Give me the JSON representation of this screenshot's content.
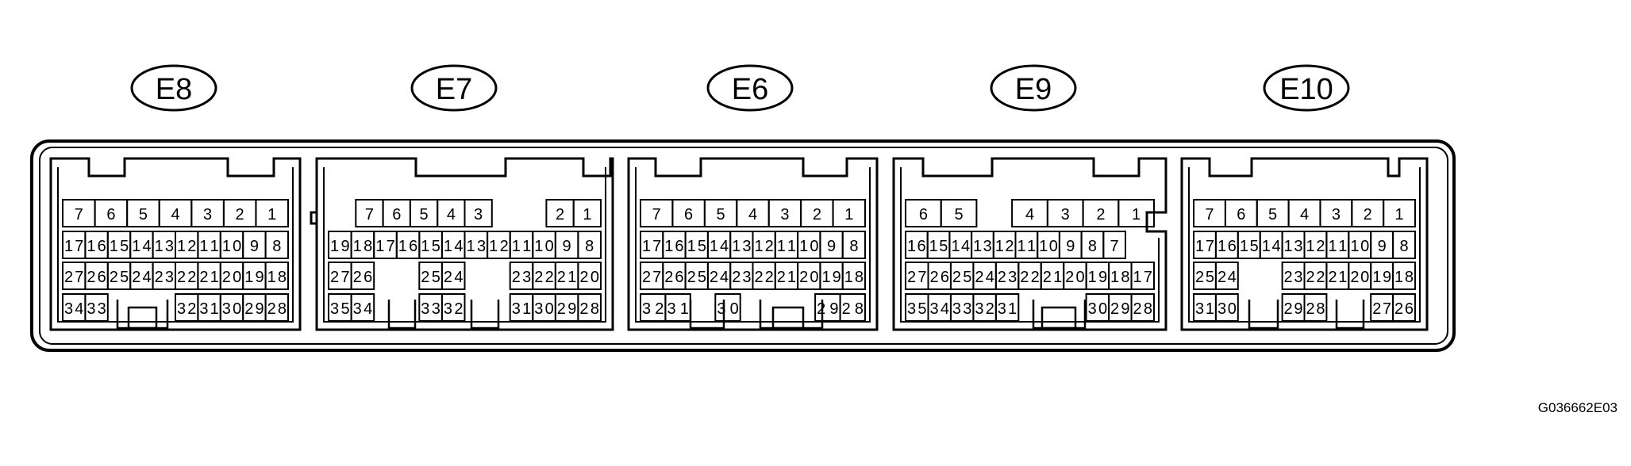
{
  "figure_id": "G036662E03",
  "connectors": [
    {
      "label": "E8",
      "rows": [
        [
          "7",
          "6",
          "5",
          "4",
          "3",
          "2",
          "1"
        ],
        [
          "17",
          "16",
          "15",
          "14",
          "13",
          "12",
          "11",
          "10",
          "9",
          "8"
        ],
        [
          "27",
          "26",
          "25",
          "24",
          "23",
          "22",
          "21",
          "20",
          "19",
          "18"
        ],
        [
          "34",
          "33",
          "",
          "",
          "",
          "32",
          "31",
          "30",
          "29",
          "28"
        ]
      ]
    },
    {
      "label": "E7",
      "rows": [
        [
          "",
          "7",
          "6",
          "5",
          "4",
          "3",
          "",
          "",
          "2",
          "1"
        ],
        [
          "19",
          "18",
          "17",
          "16",
          "15",
          "14",
          "13",
          "12",
          "11",
          "10",
          "9",
          "8"
        ],
        [
          "27",
          "26",
          "",
          "",
          "25",
          "24",
          "",
          "",
          "23",
          "22",
          "21",
          "20"
        ],
        [
          "35",
          "34",
          "",
          "",
          "33",
          "32",
          "",
          "",
          "31",
          "30",
          "29",
          "28"
        ]
      ]
    },
    {
      "label": "E6",
      "rows": [
        [
          "7",
          "6",
          "5",
          "4",
          "3",
          "2",
          "1"
        ],
        [
          "17",
          "16",
          "15",
          "14",
          "13",
          "12",
          "11",
          "10",
          "9",
          "8"
        ],
        [
          "27",
          "26",
          "25",
          "24",
          "23",
          "22",
          "21",
          "20",
          "19",
          "18"
        ],
        [
          "32",
          "31",
          "",
          "30",
          "",
          "",
          "",
          "29",
          "28"
        ]
      ]
    },
    {
      "label": "E9",
      "rows": [
        [
          "6",
          "5",
          "",
          "4",
          "3",
          "2",
          "1"
        ],
        [
          "16",
          "15",
          "14",
          "13",
          "12",
          "11",
          "10",
          "9",
          "8",
          "7"
        ],
        [
          "27",
          "26",
          "25",
          "24",
          "23",
          "22",
          "21",
          "20",
          "19",
          "18",
          "17"
        ],
        [
          "35",
          "34",
          "33",
          "32",
          "31",
          "",
          "",
          "",
          "30",
          "29",
          "28"
        ]
      ]
    },
    {
      "label": "E10",
      "rows": [
        [
          "7",
          "6",
          "5",
          "4",
          "3",
          "2",
          "1"
        ],
        [
          "17",
          "16",
          "15",
          "14",
          "13",
          "12",
          "11",
          "10",
          "9",
          "8"
        ],
        [
          "25",
          "24",
          "",
          "",
          "23",
          "22",
          "21",
          "20",
          "19",
          "18"
        ],
        [
          "31",
          "30",
          "",
          "",
          "29",
          "28",
          "",
          "",
          "27",
          "26"
        ]
      ]
    }
  ]
}
